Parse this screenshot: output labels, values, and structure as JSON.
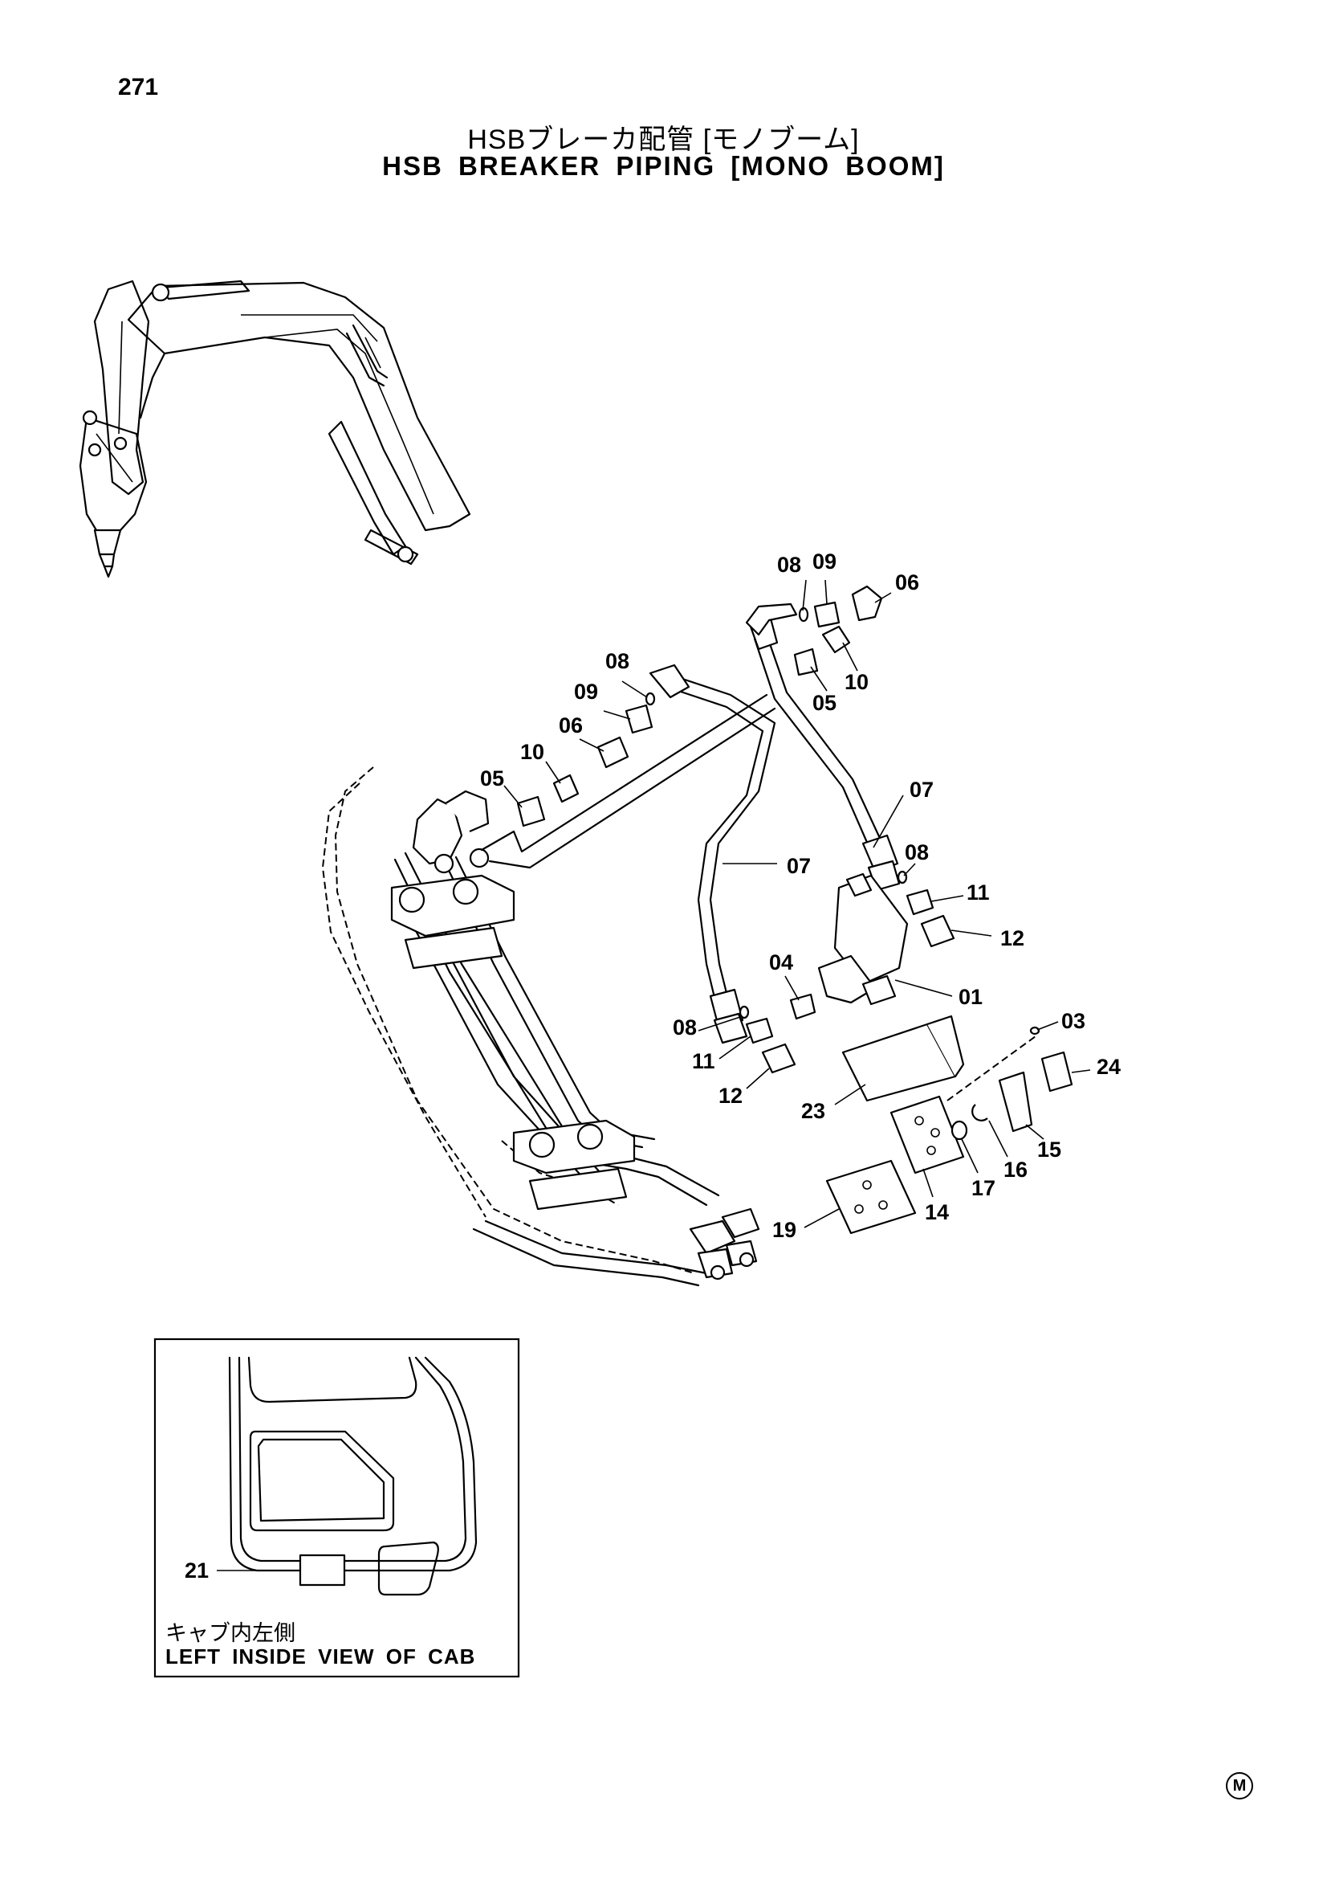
{
  "page_number": "271",
  "title_jp": "HSBブレーカ配管 [モノブーム]",
  "title_en": "HSB BREAKER PIPING [MONO BOOM]",
  "inset": {
    "caption_jp": "キャブ内左側",
    "caption_en": "LEFT INSIDE VIEW OF CAB",
    "callout": "21"
  },
  "parts": {
    "p01": "01",
    "p03": "03",
    "p04": "04",
    "p05": "05",
    "p06": "06",
    "p07": "07",
    "p08": "08",
    "p09": "09",
    "p10": "10",
    "p11": "11",
    "p12": "12",
    "p14": "14",
    "p15": "15",
    "p16": "16",
    "p17": "17",
    "p19": "19",
    "p23": "23",
    "p24": "24"
  },
  "mark": "M"
}
